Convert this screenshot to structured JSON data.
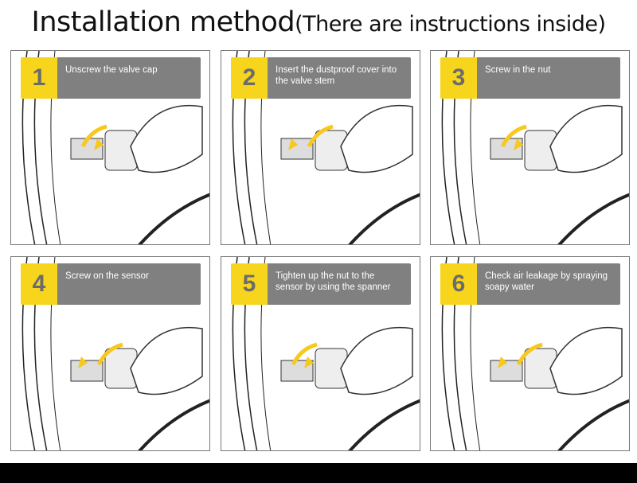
{
  "title": {
    "main": "Installation method",
    "sub": "(There are instructions inside)"
  },
  "steps": [
    {
      "number": "1",
      "text": "Unscrew the valve cap"
    },
    {
      "number": "2",
      "text": "Insert the dustproof cover into the valve stem"
    },
    {
      "number": "3",
      "text": "Screw in the nut"
    },
    {
      "number": "4",
      "text": "Screw on the sensor"
    },
    {
      "number": "5",
      "text": "Tighten up the nut to the sensor by using the spanner"
    },
    {
      "number": "6",
      "text": "Check air leakage by spraying soapy water"
    }
  ],
  "colors": {
    "accent": "#f7d51d",
    "label_bg": "#808080"
  }
}
